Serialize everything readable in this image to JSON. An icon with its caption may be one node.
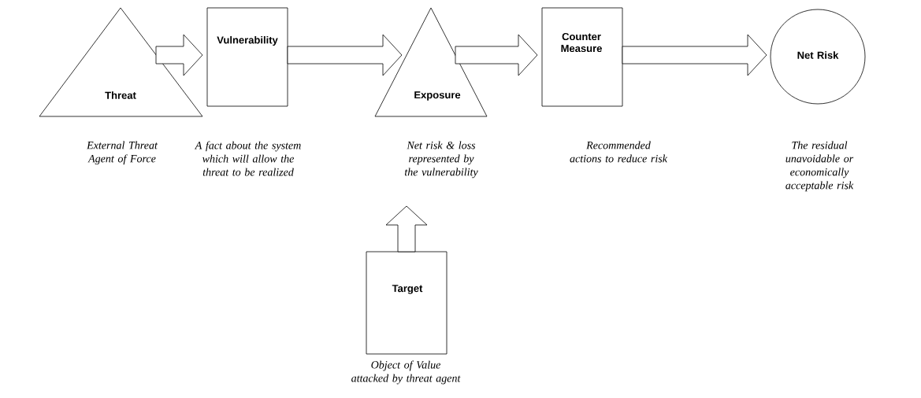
{
  "diagram": {
    "nodes": [
      {
        "text": [
          "Threat"
        ],
        "beside": [
          "External Threat Agent of Force"
        ]
      },
      {
        "text": [
          "Vulnerability"
        ],
        "beside": [
          "A fact about the system which will allow the threat to be realized"
        ]
      },
      {
        "text": [
          "Exposure"
        ],
        "beside": [
          "Net risk & loss represented by the vulnerability"
        ]
      },
      {
        "text": [
          "Counter Measure"
        ],
        "beside": [
          "Recommended actions to reduce risk"
        ]
      },
      {
        "text": [
          "Net Risk"
        ],
        "beside": [
          "The residual unavoidable or economically acceptable risk"
        ]
      },
      {
        "text": [
          "Target"
        ],
        "beside": [
          "Object of Value attacked by threat agent"
        ]
      }
    ],
    "edges": [
      {
        "from": 0,
        "to": 1,
        "arrow": "to"
      },
      {
        "from": 1,
        "to": 2,
        "arrow": "to"
      },
      {
        "from": 2,
        "to": 3,
        "arrow": "to"
      },
      {
        "from": 3,
        "to": 4,
        "arrow": "to"
      },
      {
        "from": 5,
        "to": 2,
        "arrow": "to"
      }
    ]
  }
}
